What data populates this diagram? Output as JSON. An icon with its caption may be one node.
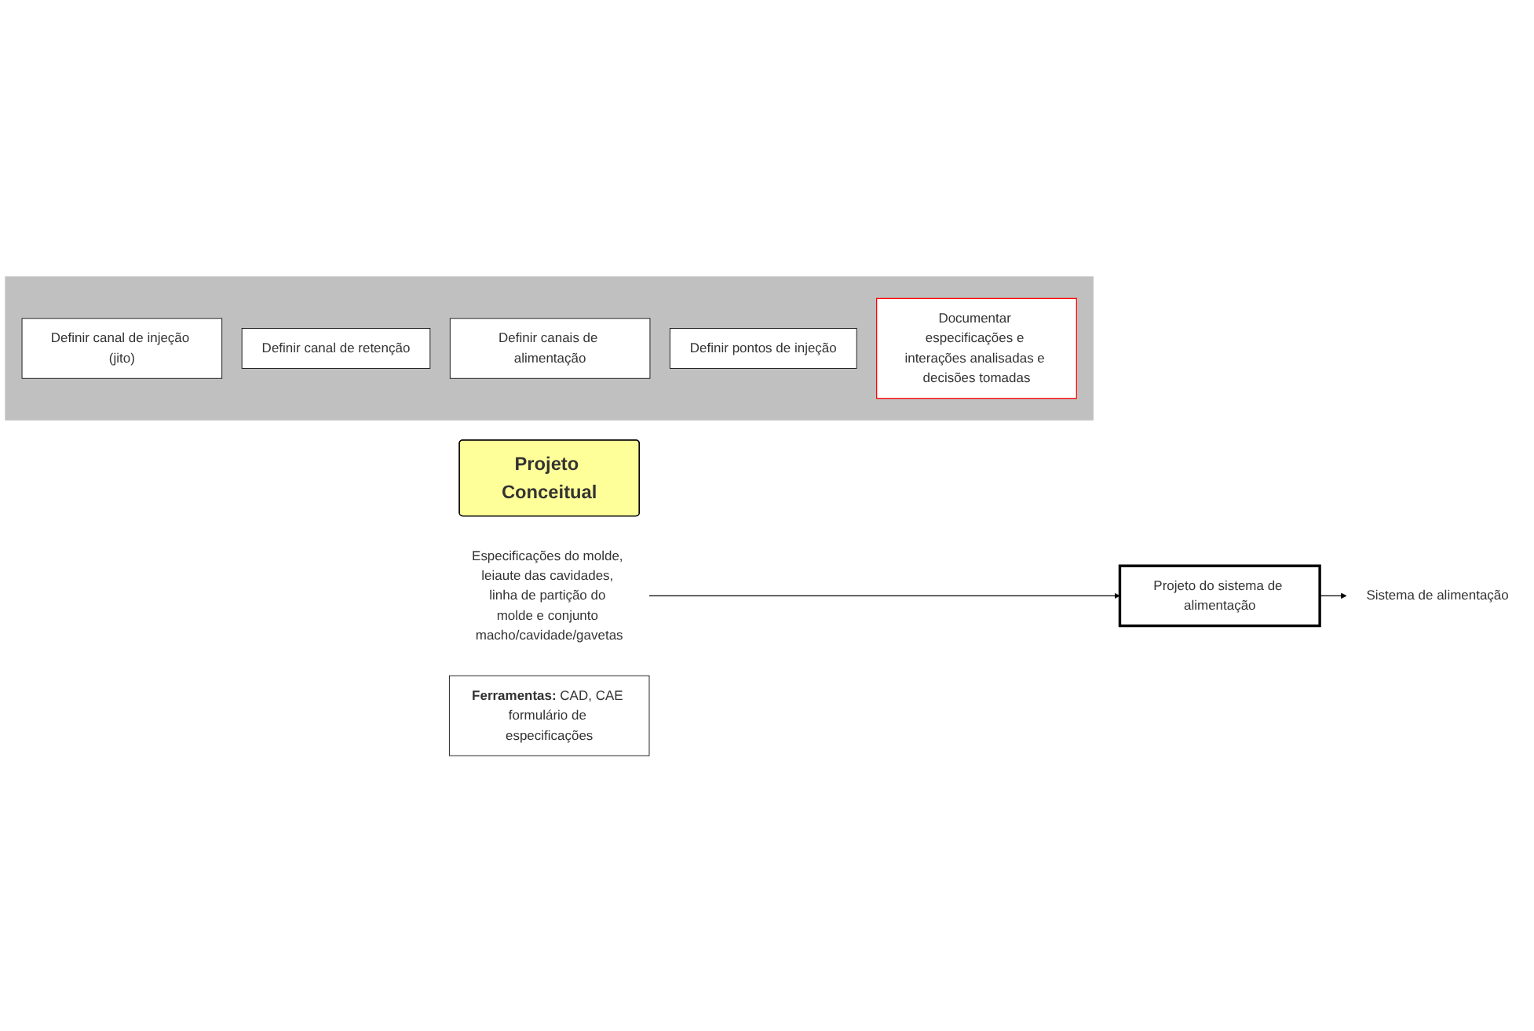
{
  "diagram": {
    "nodes": [
      {
        "text": [
          "Projeto Conceitual"
        ]
      },
      {
        "text": [
          "Especificações do molde, leiaute das cavidades, linha de partição do molde e conjunto macho/cavidade/gavetas"
        ]
      },
      {
        "text": [
          "Projeto do sistema de alimentação"
        ]
      },
      {
        "text": [
          "Sistema de alimentação"
        ]
      },
      {
        "text": [
          "**Ferramentas:** CAD, CAE formulário de especificações"
        ]
      },
      {
        "text": [],
        "shape": "band"
      },
      {
        "text": [
          "Definir canal de injeção (jito)"
        ],
        "in": 5
      },
      {
        "text": [
          "Definir canal de retenção"
        ],
        "in": 5
      },
      {
        "text": [
          "Definir canais de alimentação"
        ],
        "in": 5
      },
      {
        "text": [
          "Definir pontos de injeção"
        ],
        "in": 5
      },
      {
        "text": [
          "Documentar especificações e interações analisadas e decisões tomadas"
        ],
        "in": 5
      }
    ],
    "edges": [
      {
        "from": 1,
        "to": 2,
        "arrow": "to"
      },
      {
        "from": 2,
        "to": 3,
        "arrow": "to"
      }
    ]
  }
}
